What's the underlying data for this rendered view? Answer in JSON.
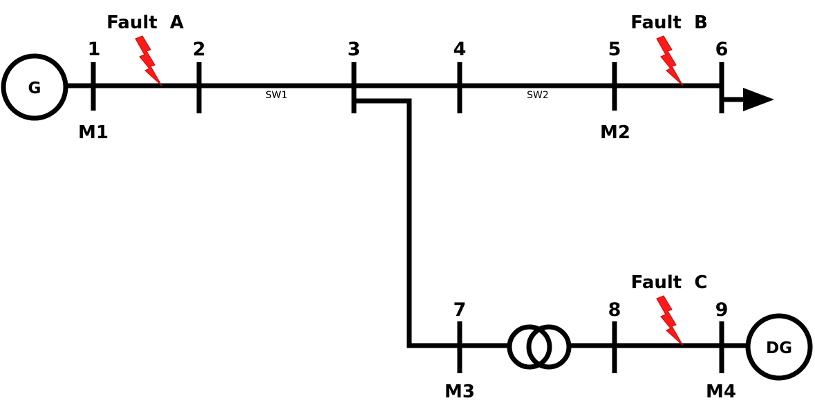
{
  "colors": {
    "line": "#000000",
    "fault_bolt": "#ff1a1a",
    "background": "#ffffff"
  },
  "sources": {
    "grid": "G",
    "distributed_generator": "DG"
  },
  "buses": {
    "b1": "1",
    "b2": "2",
    "b3": "3",
    "b4": "4",
    "b5": "5",
    "b6": "6",
    "b7": "7",
    "b8": "8",
    "b9": "9"
  },
  "meters": {
    "m1": "M1",
    "m2": "M2",
    "m3": "M3",
    "m4": "M4"
  },
  "switches": {
    "sw1": "SW1",
    "sw2": "SW2"
  },
  "faults": {
    "a": "Fault  A",
    "b": "Fault  B",
    "c": "Fault  C"
  },
  "icons": {
    "transformer": "two-winding-transformer-icon",
    "load": "load-arrow-icon",
    "fault": "lightning-bolt-icon"
  }
}
